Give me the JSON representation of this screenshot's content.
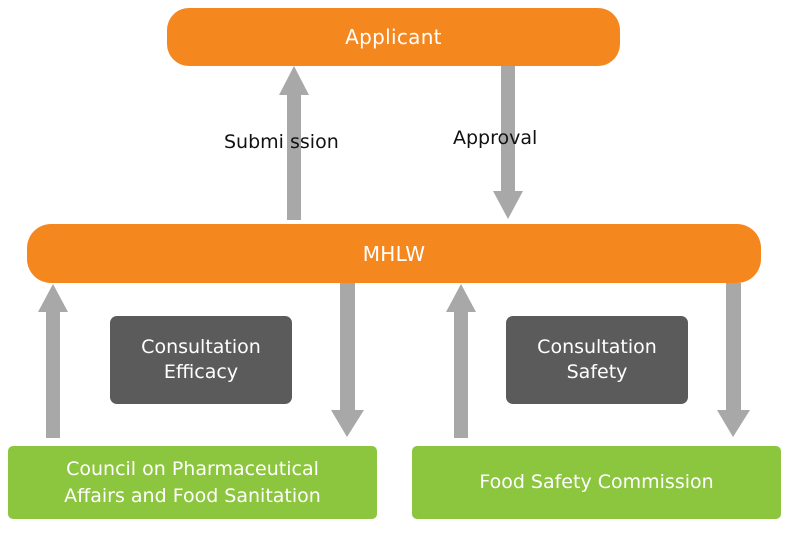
{
  "applicant": {
    "label": "Applicant"
  },
  "mhlw": {
    "label": "MHLW"
  },
  "arrows": {
    "submission_label": "Submi ssion",
    "approval_label": "Approval"
  },
  "consultation_efficacy": {
    "line1": "Consultation",
    "line2": "Efficacy"
  },
  "consultation_safety": {
    "line1": "Consultation",
    "line2": "Safety"
  },
  "council": {
    "line1": "Council on Pharmaceutical",
    "line2": "Affairs and Food Sanitation"
  },
  "food_safety": {
    "label": "Food Safety Commission"
  },
  "colors": {
    "orange": "#f5871f",
    "gray_box": "#5b5b5b",
    "arrow": "#a8a8a8",
    "green": "#8cc63f"
  }
}
